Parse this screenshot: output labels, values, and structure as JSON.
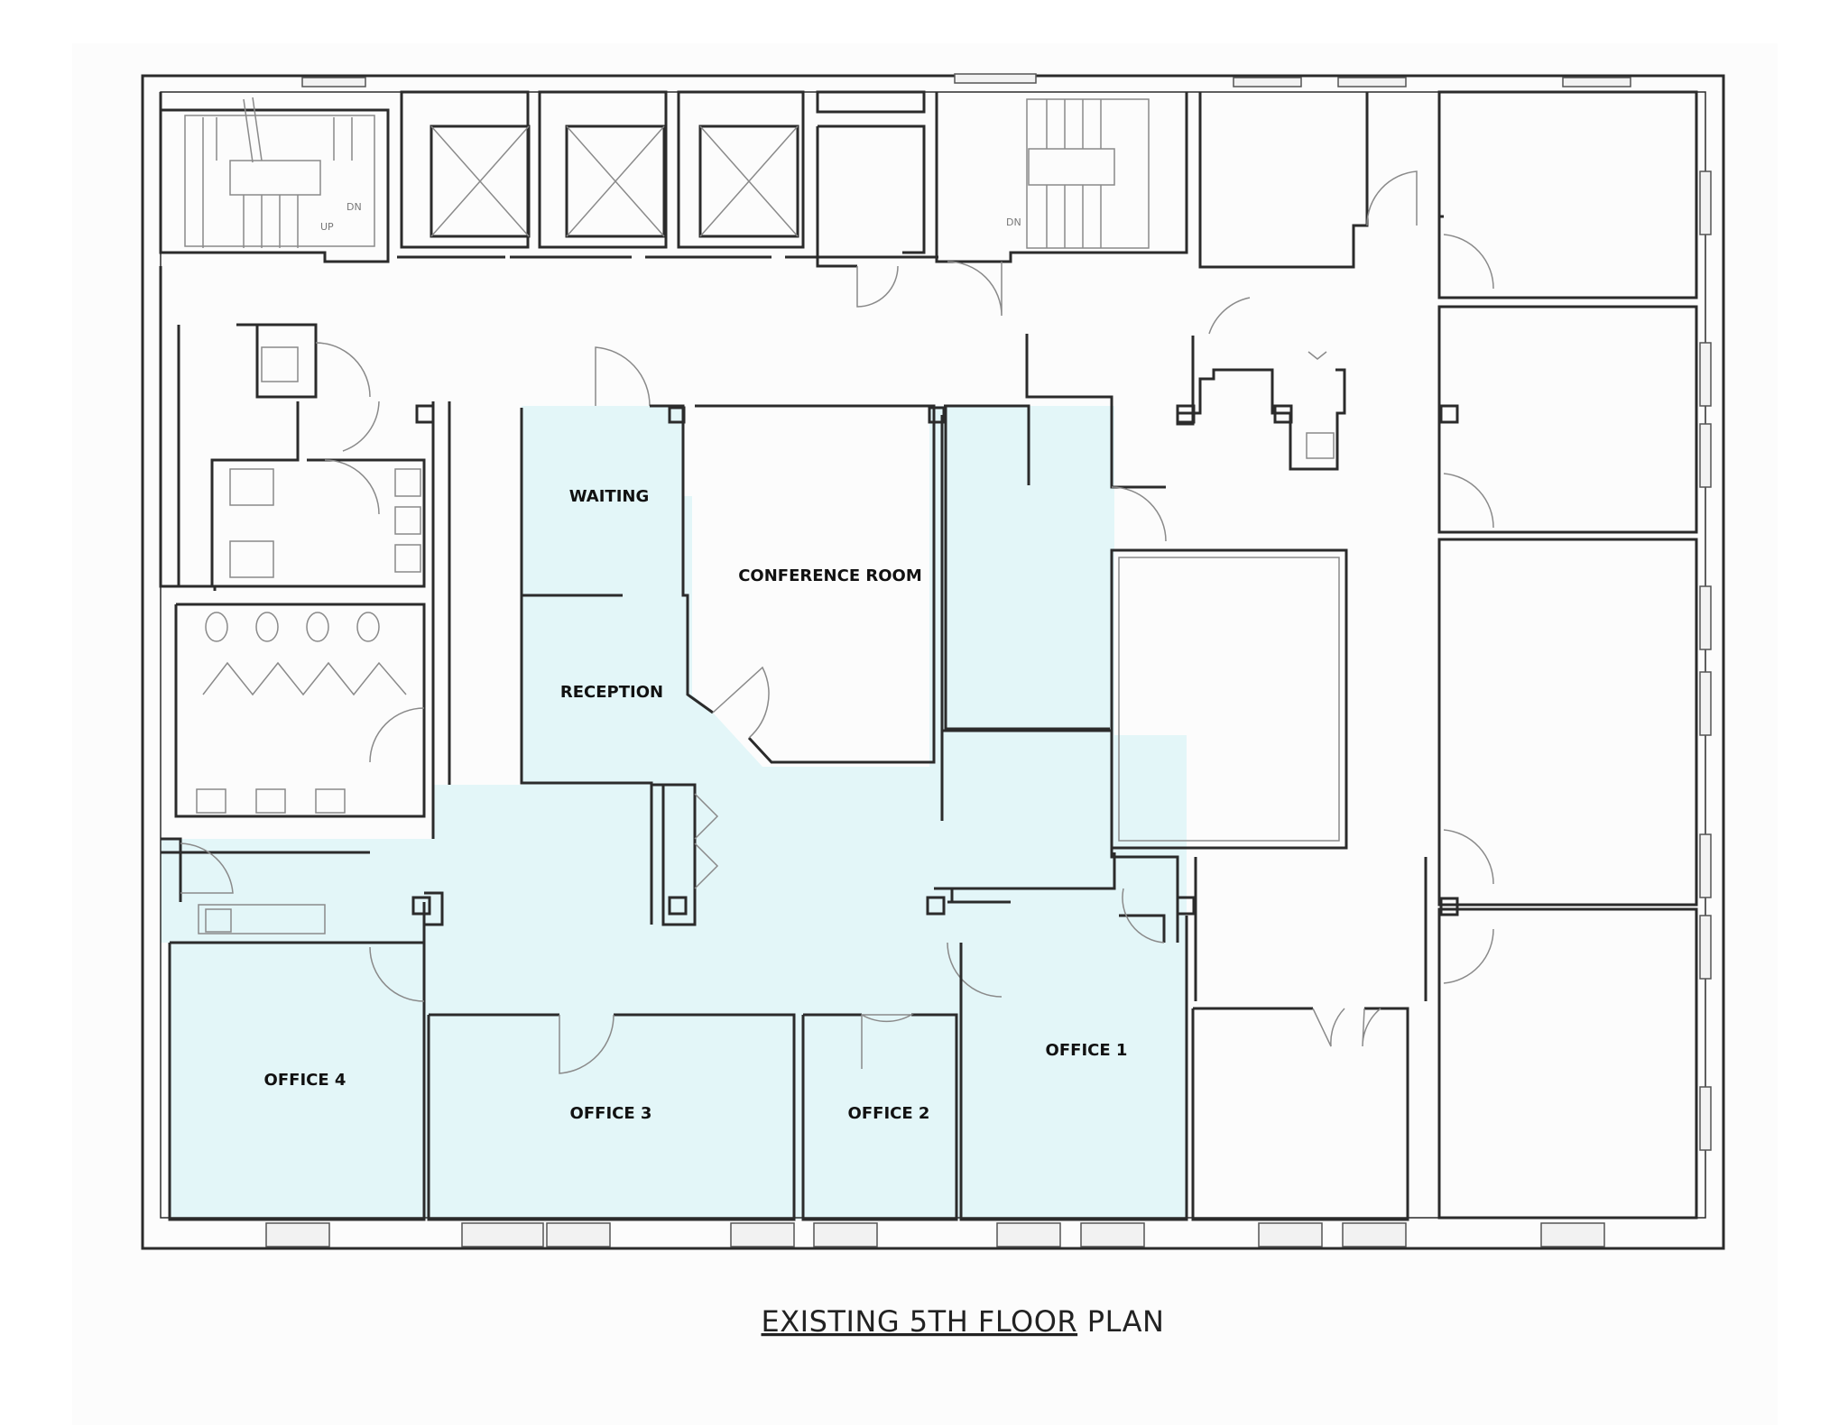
{
  "plan": {
    "title_underlined": "EXISTING 5TH FLOOR",
    "title_rest": " PLAN",
    "colors": {
      "highlight": "#e3f6f8",
      "wall": "#2b2b2b",
      "background": "#fcfcfc"
    }
  },
  "rooms": {
    "waiting": "WAITING",
    "conference": "CONFERENCE ROOM",
    "reception": "RECEPTION",
    "office1": "OFFICE 1",
    "office2": "OFFICE 2",
    "office3": "OFFICE 3",
    "office4": "OFFICE 4"
  },
  "stair_marks": {
    "dn_left": "DN",
    "up_left": "UP",
    "dn_right": "DN"
  }
}
